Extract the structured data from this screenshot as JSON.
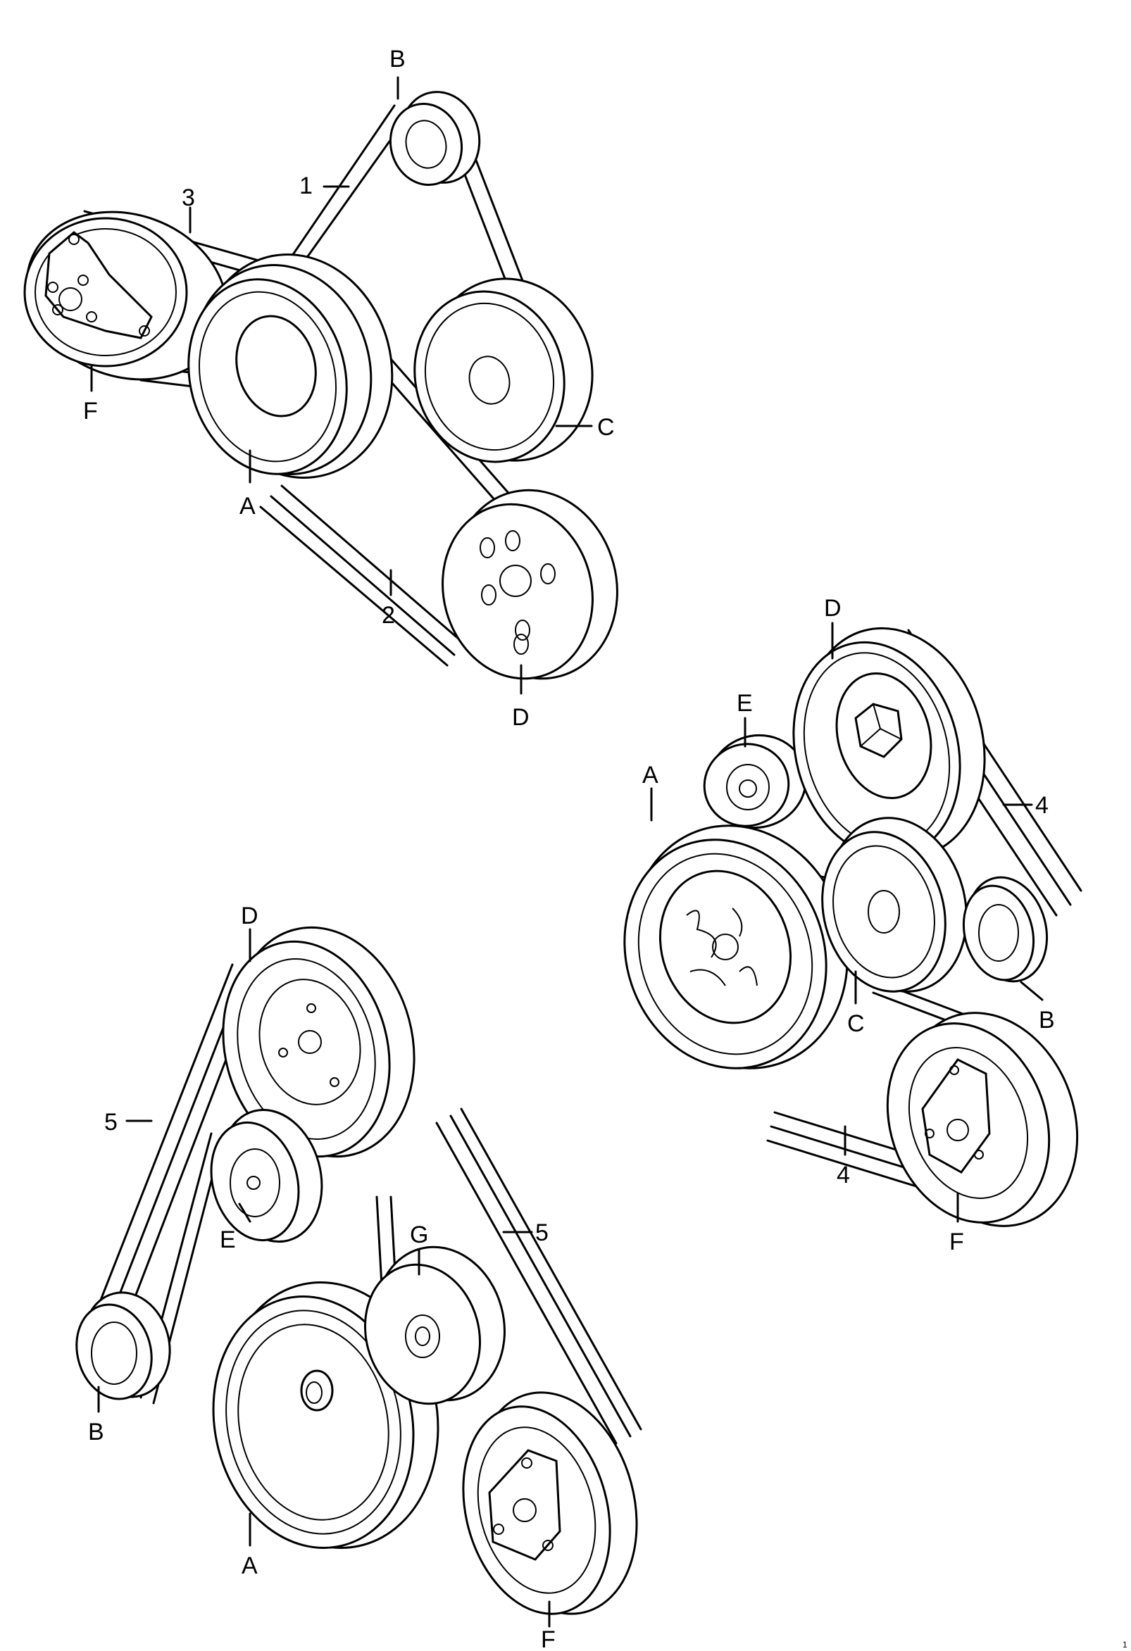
{
  "corner_mark": "1",
  "labels": {
    "assembly_1": {
      "belt_1": "1",
      "belt_2": "2",
      "belt_3": "3",
      "pulley_a": "A",
      "pulley_b": "B",
      "pulley_c": "C",
      "pulley_d": "D",
      "pulley_f": "F"
    },
    "assembly_2": {
      "belt_4_top": "4",
      "belt_4_bottom": "4",
      "pulley_a": "A",
      "pulley_b": "B",
      "pulley_c": "C",
      "pulley_d": "D",
      "pulley_e": "E",
      "pulley_f": "F"
    },
    "assembly_3": {
      "belt_5_left": "5",
      "belt_5_right": "5",
      "pulley_a": "A",
      "pulley_b": "B",
      "pulley_d": "D",
      "pulley_e": "E",
      "pulley_f": "F",
      "pulley_g": "G"
    }
  }
}
